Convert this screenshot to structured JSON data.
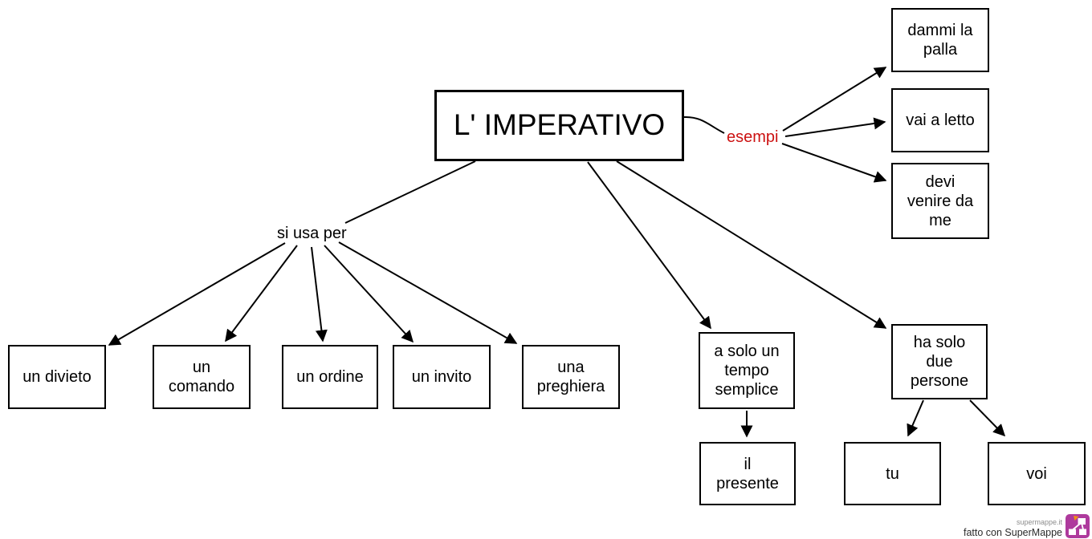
{
  "nodes": {
    "root": "L' IMPERATIVO",
    "dammi_la_palla": "dammi la\npalla",
    "vai_a_letto": "vai a letto",
    "devi_venire_da_me": "devi\nvenire da\nme",
    "un_divieto": "un divieto",
    "un_comando": "un\ncomando",
    "un_ordine": "un ordine",
    "un_invito": "un invito",
    "una_preghiera": "una\npreghiera",
    "tempo_semplice": "a solo un\ntempo\nsemplice",
    "il_presente": "il\npresente",
    "due_persone": "ha solo\ndue\npersone",
    "tu": "tu",
    "voi": "voi"
  },
  "link_labels": {
    "si_usa_per": "si usa per",
    "esempi": "esempi"
  },
  "relations": [
    {
      "from": "L' IMPERATIVO",
      "label": "esempi",
      "to": [
        "dammi la palla",
        "vai a letto",
        "devi venire da me"
      ]
    },
    {
      "from": "L' IMPERATIVO",
      "label": "si usa per",
      "to": [
        "un divieto",
        "un comando",
        "un ordine",
        "un invito",
        "una preghiera"
      ]
    },
    {
      "from": "L' IMPERATIVO",
      "label": "",
      "to": [
        "a solo un tempo semplice",
        "ha solo due persone"
      ]
    },
    {
      "from": "a solo un tempo semplice",
      "label": "",
      "to": [
        "il presente"
      ]
    },
    {
      "from": "ha solo due persone",
      "label": "",
      "to": [
        "tu",
        "voi"
      ]
    }
  ],
  "watermark": {
    "site": "supermappe.it",
    "credit": "fatto con SuperMappe",
    "logo_icon": "supermappe-logo"
  },
  "colors": {
    "background": "#ffffff",
    "node_bg": "#ffffff",
    "node_border": "#000000",
    "text": "#000000",
    "link_label_accent": "#cc1111",
    "connector": "#000000",
    "logo_bg": "#ae3a9d",
    "logo_accent": "#f29111",
    "watermark_site": "#8c8c8c",
    "watermark_credit": "#2b2b2b"
  }
}
